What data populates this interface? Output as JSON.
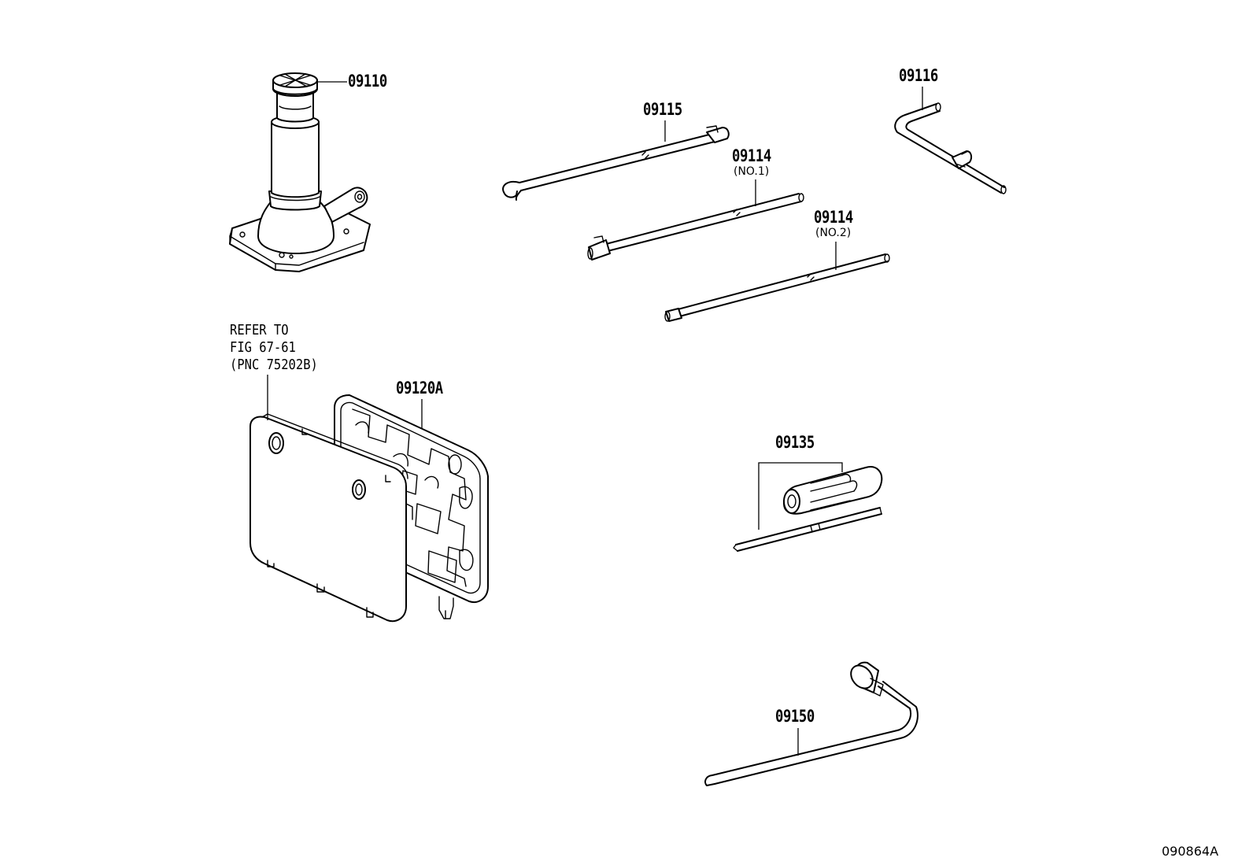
{
  "parts": {
    "p09110": "09110",
    "p09115": "09115",
    "p09114_1": "09114",
    "p09114_1_sub": "(NO.1)",
    "p09114_2": "09114",
    "p09114_2_sub": "(NO.2)",
    "p09116": "09116",
    "p09120A": "09120A",
    "p09135": "09135",
    "p09150": "09150"
  },
  "note": {
    "line1": "REFER TO",
    "line2": "FIG 67-61",
    "line3": "(PNC 75202B)"
  },
  "figure_id": "090864A"
}
